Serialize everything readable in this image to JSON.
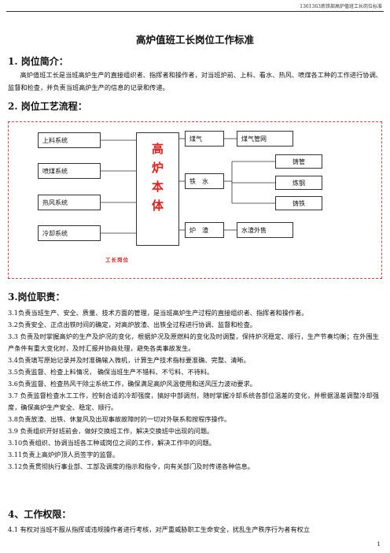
{
  "header": {
    "text": "1361363炼铁部高炉值班工长岗位标准"
  },
  "title": "高炉值班工长岗位工作标准",
  "section1": {
    "heading": "1. 岗位简介：",
    "text": "高炉值班工长是当班高炉生产的直接组织者、指挥者和操作者，对当班炉前、上料、看水、热风、喷煤各工种的工作进行协调、监督和检查，并负责当班高炉生产的信息的记录和传递。"
  },
  "section2": {
    "heading": "2. 岗位工艺流程：",
    "diagram": {
      "inputs": [
        "上料系统",
        "喷煤系统",
        "热风系统",
        "冷却系统"
      ],
      "furnace": [
        "高",
        "炉",
        "本",
        "体"
      ],
      "outputs": [
        "煤气",
        "铁　水",
        "炉　渣"
      ],
      "destinations": [
        "煤气管网",
        "铸管",
        "炼钢",
        "铸铁",
        "水渣外售"
      ],
      "stamp": "工长岗位"
    }
  },
  "section3": {
    "heading": "3.岗位职责：",
    "items": [
      "3.1负责当班生产、安全、质量、技术方面的管理，是当班高炉生产过程的直接组织者、指挥者和操作者。",
      "3.2负责安全、正点出铁时间的确定，对高炉放渣、出铁全过程进行协调、监督和检查。",
      "3.3 负责及时掌握高炉的生产及炉况的变化，根据炉况及原燃料的变化及时调整，保持炉况稳定、顺行，生产节奏均衡；在外围生产条件有重大变化时，及时汇报并协商处理，避免各类事故发生。",
      "3.4负责填写原始记录并及时准确输入微机，计算生产技术指标要准确、完整、清晰。",
      "3.5负责监督、检查上料情况， 确保当班生产不错料、不亏料、不待料。",
      "3.6负责监督、检查热风干除尘系统工作，确保满足高炉风温使用和送风压力波动要求。",
      "3.7 负责监督检查水工工作，控制合适的冷却强度，搞好中部调剂，随时掌握冷却系统各部位温差的变化，并根据温差调整冷却强度，确保高炉生产安全、稳定、顺行。",
      "3.8负责放渣、出铁、休复风及出现事故故障时的一切对外联系和按程序操作。",
      "3.9 负责组织开好班前会，做好交换班工作，解决交换班中出现的问题。",
      "3.10负责组织、协调当班各工种或岗位之间的工作，解决工作中的问题。",
      "3.11负责上高炉炉顶人员签字的监督。",
      "3.12负责贯彻执行事业部、工部及调度的指示和指令，向有关部门及时传递各种信息。"
    ]
  },
  "section4": {
    "heading": "4、工作权限：",
    "text": "4.1 有权对当班不服从指挥或违规操作者进行考核，对严重威胁职工生命安全，扰乱生产秩序行为者有权立"
  },
  "page_number": "1",
  "colors": {
    "accent_red": "#e0201c",
    "frame_dash": "#dd4444"
  }
}
